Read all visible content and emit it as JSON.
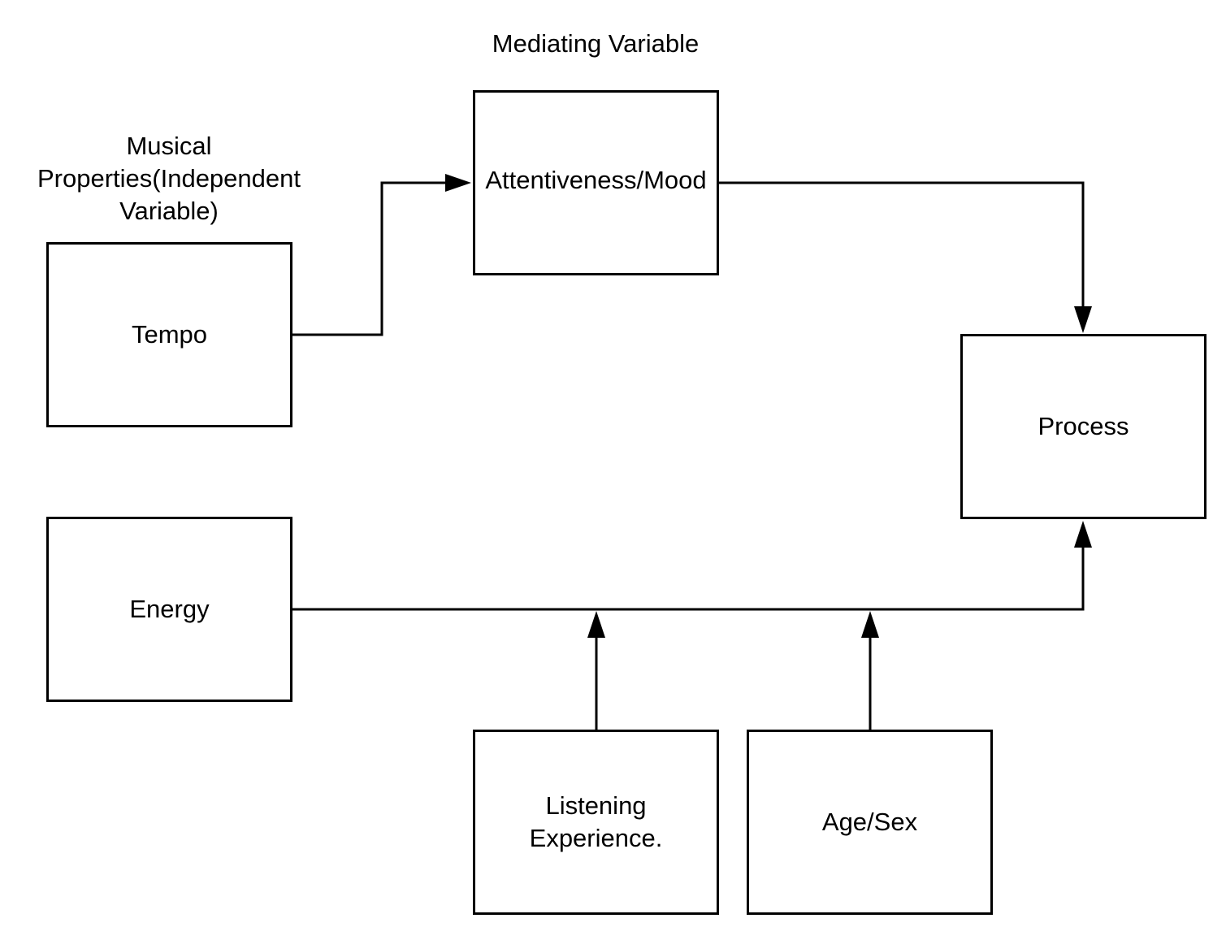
{
  "labels": {
    "mediating": "Mediating Variable",
    "independent_line1": "Musical",
    "independent_line2": "Properties(Independent",
    "independent_line3": "Variable)"
  },
  "nodes": {
    "tempo": "Tempo",
    "energy": "Energy",
    "attentiveness": "Attentiveness/Mood",
    "process": "Process",
    "listening": "Listening\nExperience.",
    "agesex": "Age/Sex"
  },
  "edges": [
    {
      "from": "tempo",
      "to": "attentiveness"
    },
    {
      "from": "attentiveness",
      "to": "process"
    },
    {
      "from": "energy",
      "to": "process"
    },
    {
      "from": "listening",
      "to": "energy-process-link"
    },
    {
      "from": "agesex",
      "to": "energy-process-link"
    }
  ],
  "colors": {
    "stroke": "#000000",
    "fill": "#ffffff"
  }
}
